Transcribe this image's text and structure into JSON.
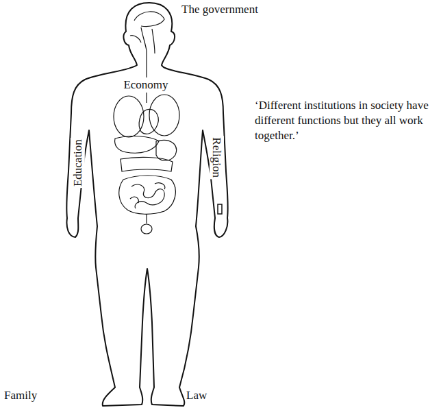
{
  "diagram": {
    "labels": [
      "The government",
      "Economy",
      "Education",
      "Religion",
      "‘Different institutions in society have different functions but they all work together.’",
      "Family",
      "Law"
    ]
  }
}
